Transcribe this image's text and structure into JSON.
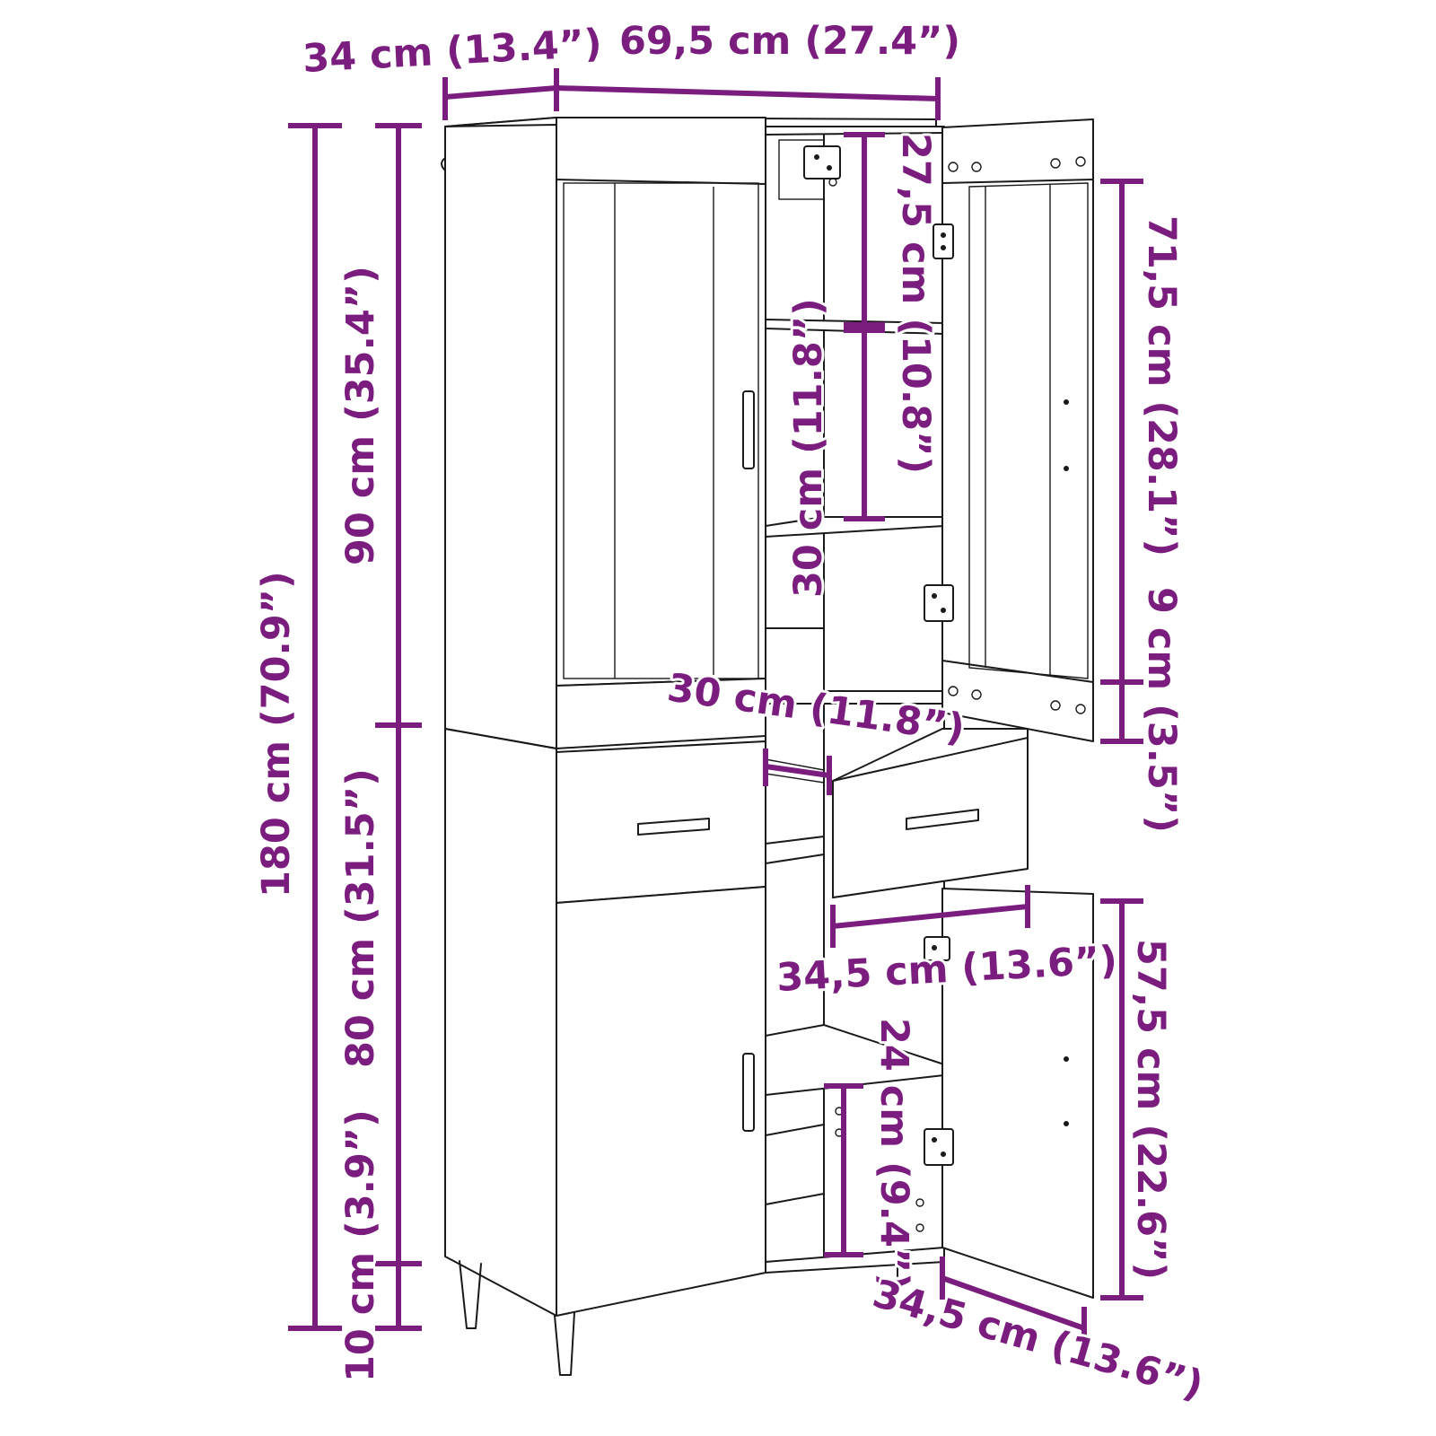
{
  "colors": {
    "dimension": "#7a1d7e",
    "line": "#1a1a1a",
    "background": "#ffffff"
  },
  "dimensions": {
    "depth": "34 cm (13.4”)",
    "width": "69,5 cm (27.4”)",
    "total_height": "180 cm (70.9”)",
    "upper_height": "90 cm (35.4”)",
    "lower_height": "80 cm (31.5”)",
    "leg_height": "10 cm (3.9”)",
    "top_shelf": "27,5 cm (10.8”)",
    "mid_shelf": "30 cm (11.8”)",
    "upper_door": "71,5 cm (28.1”)",
    "base_panel": "9 cm (3.5”)",
    "inner_depth": "30 cm (11.8”)",
    "drawer_width": "34,5 cm (13.6”)",
    "lower_door": "57,5 cm (22.6”)",
    "lower_shelf": "24 cm (9.4”)",
    "door_width": "34,5 cm (13.6”)"
  }
}
